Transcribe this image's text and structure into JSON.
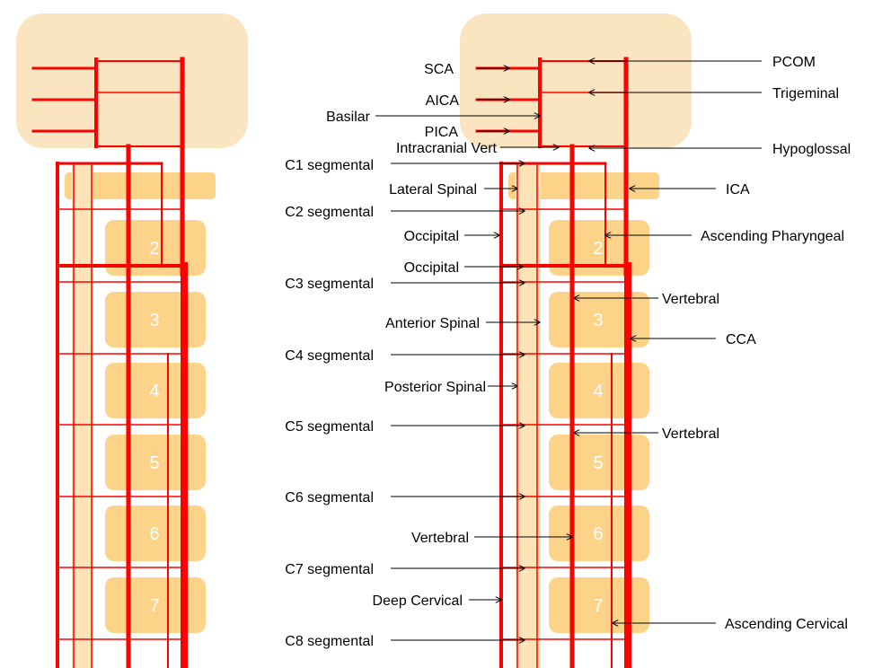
{
  "vertebra_numbers": [
    "2",
    "3",
    "4",
    "5",
    "6",
    "7"
  ],
  "labels": {
    "sca": "SCA",
    "aica": "AICA",
    "basilar": "Basilar",
    "pica": "PICA",
    "intracranial_vert": "Intracranial Vert",
    "c1_segmental": "C1 segmental",
    "lateral_spinal": "Lateral Spinal",
    "c2_segmental": "C2 segmental",
    "occipital_1": "Occipital",
    "occipital_2": "Occipital",
    "c3_segmental": "C3 segmental",
    "anterior_spinal": "Anterior Spinal",
    "c4_segmental": "C4 segmental",
    "posterior_spinal": "Posterior Spinal",
    "c5_segmental": "C5 segmental",
    "c6_segmental": "C6 segmental",
    "vertebral_lower": "Vertebral",
    "c7_segmental": "C7 segmental",
    "deep_cervical": "Deep Cervical",
    "c8_segmental": "C8 segmental",
    "pcom": "PCOM",
    "trigeminal": "Trigeminal",
    "hypoglossal": "Hypoglossal",
    "ica": "ICA",
    "ascending_pharyngeal": "Ascending Pharyngeal",
    "vertebral_upper": "Vertebral",
    "cca": "CCA",
    "vertebral_mid": "Vertebral",
    "ascending_cervical": "Ascending Cervical"
  },
  "colors": {
    "artery": "#ff0000",
    "brain": "#fbe5c1",
    "vertebra": "#fdd38a",
    "spinal_cord": "#fde3b6",
    "arrow": "#000000",
    "vertebra_number": "#ffffff"
  }
}
